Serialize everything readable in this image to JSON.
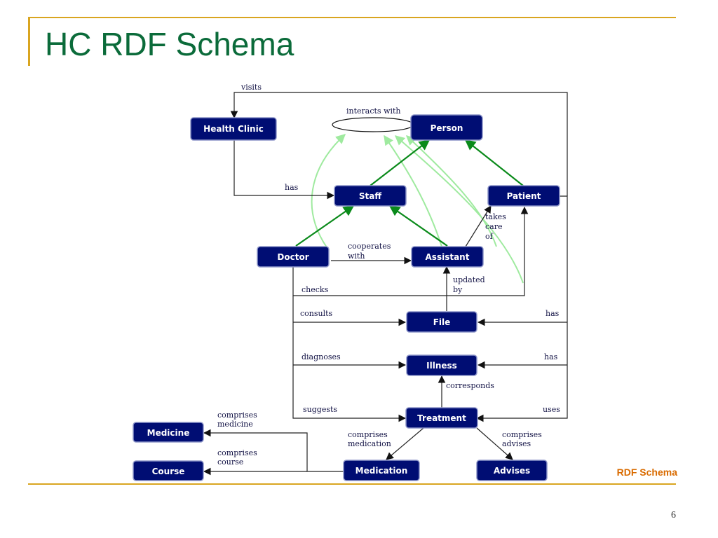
{
  "slide": {
    "title": "HC RDF Schema",
    "footer_label": "RDF Schema",
    "page_number": "6"
  },
  "colors": {
    "title": "#0b6b3a",
    "accent_rule": "#d9a520",
    "node_fill": "#000d73",
    "inheritance_edge": "#0a8a1a",
    "footer_label": "#d96b00"
  },
  "diagram": {
    "nodes": {
      "health_clinic": "Health Clinic",
      "person": "Person",
      "staff": "Staff",
      "patient": "Patient",
      "doctor": "Doctor",
      "assistant": "Assistant",
      "file": "File",
      "illness": "Illness",
      "treatment": "Treatment",
      "medicine": "Medicine",
      "course": "Course",
      "medication": "Medication",
      "advises": "Advises"
    },
    "edge_labels": {
      "visits": "visits",
      "interacts_with": "interacts with",
      "has_staff": "has",
      "takes_care_of": [
        "takes",
        "care",
        "of"
      ],
      "cooperates_with": [
        "cooperates",
        "with"
      ],
      "updated_by": [
        "updated",
        "by"
      ],
      "checks": "checks",
      "consults": "consults",
      "has_file": "has",
      "diagnoses": "diagnoses",
      "has_illness": "has",
      "corresponds": "corresponds",
      "suggests": "suggests",
      "uses": "uses",
      "comprises_medicine": [
        "comprises",
        "medicine"
      ],
      "comprises_course": [
        "comprises",
        "course"
      ],
      "comprises_medication": [
        "comprises",
        "medication"
      ],
      "comprises_advises": [
        "comprises",
        "advises"
      ]
    }
  }
}
